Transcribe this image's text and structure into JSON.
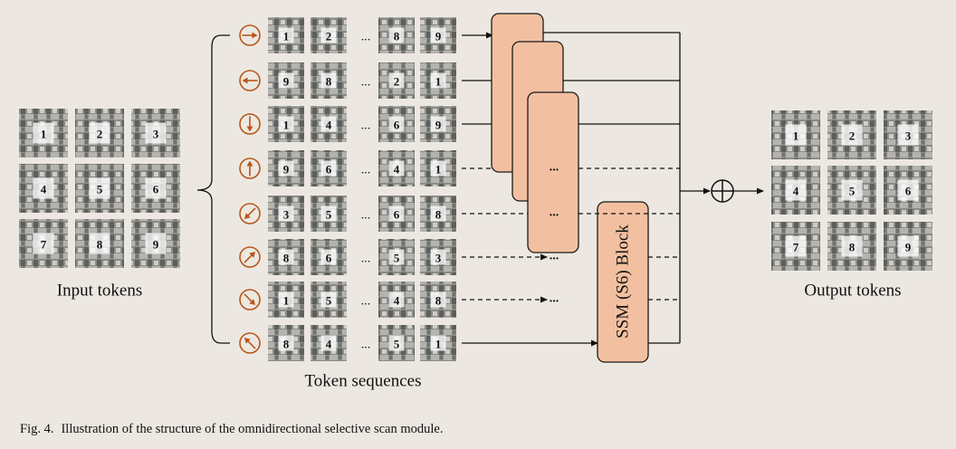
{
  "input_label": "Input tokens",
  "output_label": "Output tokens",
  "sequences_label": "Token sequences",
  "block_label": "SSM (S6) Block",
  "caption": {
    "fig": "Fig. 4.",
    "text": "Illustration of the structure of the omnidirectional selective scan module."
  },
  "grid_numbers": [
    "1",
    "2",
    "3",
    "4",
    "5",
    "6",
    "7",
    "8",
    "9"
  ],
  "ellipsis": "...",
  "sequences": [
    {
      "direction": "right",
      "tokens": [
        "1",
        "2",
        "8",
        "9"
      ]
    },
    {
      "direction": "left",
      "tokens": [
        "9",
        "8",
        "2",
        "1"
      ]
    },
    {
      "direction": "down",
      "tokens": [
        "1",
        "4",
        "6",
        "9"
      ]
    },
    {
      "direction": "up",
      "tokens": [
        "9",
        "6",
        "4",
        "1"
      ]
    },
    {
      "direction": "down-left",
      "tokens": [
        "3",
        "5",
        "6",
        "8"
      ]
    },
    {
      "direction": "up-right",
      "tokens": [
        "8",
        "6",
        "5",
        "3"
      ]
    },
    {
      "direction": "down-right",
      "tokens": [
        "1",
        "5",
        "4",
        "8"
      ]
    },
    {
      "direction": "up-left",
      "tokens": [
        "8",
        "4",
        "5",
        "1"
      ]
    }
  ],
  "colors": {
    "block_fill": "#f2c0a0",
    "block_stroke": "#1a1a1a",
    "arrow_icon": "#b8561b",
    "line": "#111111"
  }
}
